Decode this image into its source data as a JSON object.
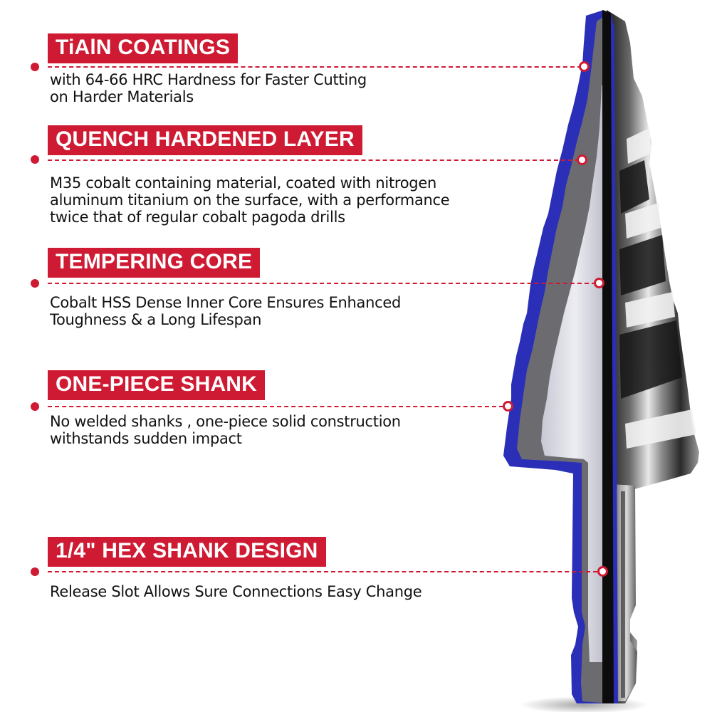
{
  "colors": {
    "accent_red": "#cf1a33",
    "coating_blue": "#2b2fb8",
    "text": "#111111",
    "background": "#ffffff"
  },
  "image": {
    "subject": "step-drill-bit-cutaway",
    "alt": "Cutaway illustration of a spiral step drill bit showing blue TiAlN coating, grey hardened layer, light inner core and hex shank"
  },
  "features": [
    {
      "title": "TiAlN COATINGS",
      "lines": [
        "with 64-66 HRC Hardness for Faster Cutting",
        "on Harder Materials"
      ],
      "icon": "callout-dot"
    },
    {
      "title": "QUENCH HARDENED LAYER",
      "lines": [
        "M35 cobalt containing material, coated with nitrogen",
        "aluminum titanium on the surface, with a performance",
        "twice that of regular cobalt pagoda drills"
      ],
      "icon": "callout-dot"
    },
    {
      "title": "TEMPERING CORE",
      "lines": [
        "Cobalt HSS Dense Inner Core Ensures Enhanced",
        "Toughness & a Long Lifespan"
      ],
      "icon": "callout-dot"
    },
    {
      "title": "ONE-PIECE SHANK",
      "lines": [
        "No welded shanks , one-piece solid construction",
        "withstands sudden impact"
      ],
      "icon": "callout-dot"
    },
    {
      "title": "1/4\" HEX SHANK DESIGN",
      "lines": [
        "Release Slot Allows Sure Connections Easy Change"
      ],
      "icon": "callout-dot"
    }
  ]
}
